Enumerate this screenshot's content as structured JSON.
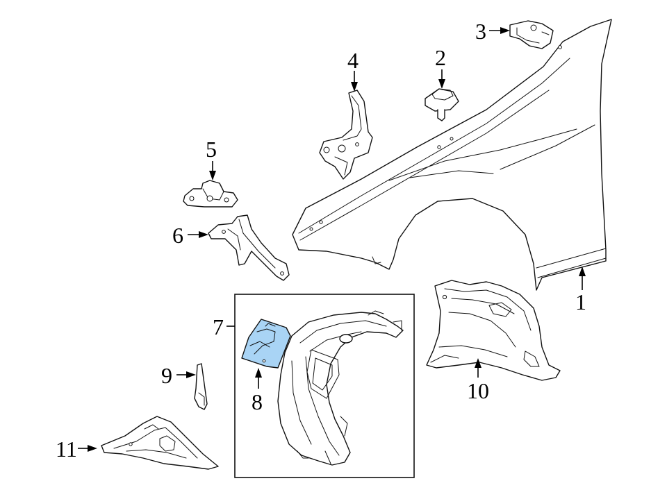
{
  "callouts": [
    {
      "id": "1",
      "label": "1"
    },
    {
      "id": "2",
      "label": "2"
    },
    {
      "id": "3",
      "label": "3"
    },
    {
      "id": "4",
      "label": "4"
    },
    {
      "id": "5",
      "label": "5"
    },
    {
      "id": "6",
      "label": "6"
    },
    {
      "id": "7",
      "label": "7"
    },
    {
      "id": "8",
      "label": "8"
    },
    {
      "id": "9",
      "label": "9"
    },
    {
      "id": "10",
      "label": "10"
    },
    {
      "id": "11",
      "label": "11"
    }
  ],
  "colors": {
    "line": "#111111",
    "highlight_fill": "#a9d4f5",
    "background": "#ffffff"
  },
  "highlighted_part": "8"
}
